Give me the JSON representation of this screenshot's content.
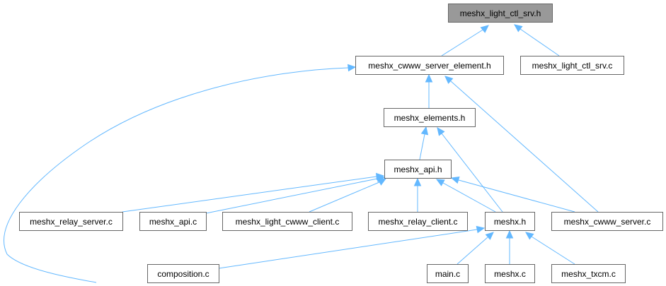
{
  "graph": {
    "type": "include-dependency-graph",
    "edge_color": "#63b8ff",
    "root_fill": "#999999",
    "node_border": "#666666",
    "nodes": [
      {
        "id": "light_ctl_srv_h",
        "label": "meshx_light_ctl_srv.h",
        "root": true
      },
      {
        "id": "cwww_server_element_h",
        "label": "meshx_cwww_server_element.h"
      },
      {
        "id": "light_ctl_srv_c",
        "label": "meshx_light_ctl_srv.c"
      },
      {
        "id": "elements_h",
        "label": "meshx_elements.h"
      },
      {
        "id": "api_h",
        "label": "meshx_api.h"
      },
      {
        "id": "relay_server_c",
        "label": "meshx_relay_server.c"
      },
      {
        "id": "api_c",
        "label": "meshx_api.c"
      },
      {
        "id": "light_cwww_client_c",
        "label": "meshx_light_cwww_client.c"
      },
      {
        "id": "relay_client_c",
        "label": "meshx_relay_client.c"
      },
      {
        "id": "meshx_h",
        "label": "meshx.h"
      },
      {
        "id": "cwww_server_c",
        "label": "meshx_cwww_server.c"
      },
      {
        "id": "composition_c",
        "label": "composition.c"
      },
      {
        "id": "main_c",
        "label": "main.c"
      },
      {
        "id": "meshx_c",
        "label": "meshx.c"
      },
      {
        "id": "txcm_c",
        "label": "meshx_txcm.c"
      }
    ],
    "edges": [
      {
        "from": "cwww_server_element_h",
        "to": "light_ctl_srv_h"
      },
      {
        "from": "light_ctl_srv_c",
        "to": "light_ctl_srv_h"
      },
      {
        "from": "elements_h",
        "to": "cwww_server_element_h"
      },
      {
        "from": "cwww_server_c",
        "to": "cwww_server_element_h"
      },
      {
        "from": "composition_c",
        "to": "cwww_server_element_h"
      },
      {
        "from": "api_h",
        "to": "elements_h"
      },
      {
        "from": "meshx_h",
        "to": "elements_h"
      },
      {
        "from": "relay_server_c",
        "to": "api_h"
      },
      {
        "from": "api_c",
        "to": "api_h"
      },
      {
        "from": "light_cwww_client_c",
        "to": "api_h"
      },
      {
        "from": "relay_client_c",
        "to": "api_h"
      },
      {
        "from": "meshx_h",
        "to": "api_h"
      },
      {
        "from": "cwww_server_c",
        "to": "api_h"
      },
      {
        "from": "composition_c",
        "to": "meshx_h"
      },
      {
        "from": "main_c",
        "to": "meshx_h"
      },
      {
        "from": "meshx_c",
        "to": "meshx_h"
      },
      {
        "from": "txcm_c",
        "to": "meshx_h"
      }
    ]
  }
}
